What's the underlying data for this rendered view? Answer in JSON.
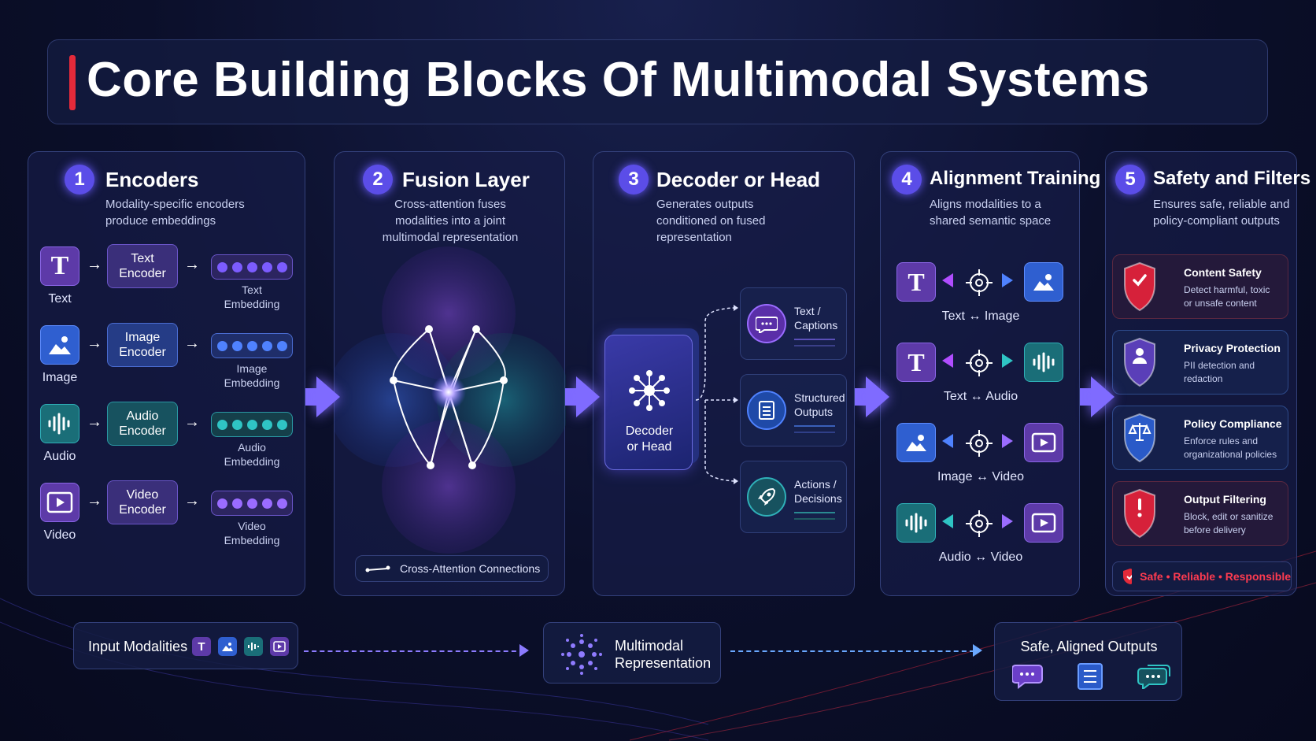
{
  "title": "Core Building Blocks Of Multimodal Systems",
  "panels": [
    {
      "num": "1",
      "title": "Encoders",
      "desc": "Modality-specific encoders\nproduce embeddings"
    },
    {
      "num": "2",
      "title": "Fusion Layer",
      "desc": "Cross-attention fuses\nmodalities into a joint\nmultimodal representation"
    },
    {
      "num": "3",
      "title": "Decoder or Head",
      "desc": "Generates outputs\nconditioned on fused\nrepresentation"
    },
    {
      "num": "4",
      "title": "Alignment Training",
      "desc": "Aligns modalities to a\nshared semantic space"
    },
    {
      "num": "5",
      "title": "Safety and Filters",
      "desc": "Ensures safe, reliable and\npolicy-compliant outputs"
    }
  ],
  "encoders": [
    {
      "input": "Text",
      "encoder": "Text\nEncoder",
      "embedding": "Text\nEmbedding",
      "glyph": "T",
      "icon": "text-icon",
      "color": "#7c5cff"
    },
    {
      "input": "Image",
      "encoder": "Image\nEncoder",
      "embedding": "Image\nEmbedding",
      "glyph": "",
      "icon": "image-icon",
      "color": "#4f82ff"
    },
    {
      "input": "Audio",
      "encoder": "Audio\nEncoder",
      "embedding": "Audio\nEmbedding",
      "glyph": "",
      "icon": "audio-waveform-icon",
      "color": "#2fc4c4"
    },
    {
      "input": "Video",
      "encoder": "Video\nEncoder",
      "embedding": "Video\nEmbedding",
      "glyph": "",
      "icon": "video-icon",
      "color": "#9a6cff"
    }
  ],
  "fusion": {
    "legend": "Cross-Attention Connections"
  },
  "decoder": {
    "label": "Decoder\nor Head",
    "outputs": [
      {
        "label": "Text /\nCaptions",
        "icon": "chat-bubble-icon"
      },
      {
        "label": "Structured\nOutputs",
        "icon": "document-icon"
      },
      {
        "label": "Actions /\nDecisions",
        "icon": "rocket-icon"
      }
    ]
  },
  "alignment": [
    {
      "label": "Text ↔ Image",
      "left": "text-icon",
      "right": "image-icon"
    },
    {
      "label": "Text ↔ Audio",
      "left": "text-icon",
      "right": "audio-waveform-icon"
    },
    {
      "label": "Image ↔ Video",
      "left": "image-icon",
      "right": "video-icon"
    },
    {
      "label": "Audio ↔ Video",
      "left": "audio-waveform-icon",
      "right": "video-icon"
    }
  ],
  "safety": [
    {
      "title": "Content Safety",
      "desc": "Detect harmful, toxic\nor unsafe content",
      "icon": "shield-check-icon",
      "color": "#d6213a"
    },
    {
      "title": "Privacy Protection",
      "desc": "PII detection and\nredaction",
      "icon": "shield-user-icon",
      "color": "#5a3fb8"
    },
    {
      "title": "Policy Compliance",
      "desc": "Enforce rules and\norganizational policies",
      "icon": "shield-scales-icon",
      "color": "#2a5ac8"
    },
    {
      "title": "Output Filtering",
      "desc": "Block, edit or sanitize\nbefore delivery",
      "icon": "shield-alert-icon",
      "color": "#d6213a"
    }
  ],
  "safety_banner": "Safe • Reliable • Responsible",
  "bottom": {
    "input_label": "Input Modalities",
    "representation": "Multimodal\nRepresentation",
    "outputs_label": "Safe, Aligned Outputs"
  },
  "colors": {
    "accent": "#6a5cff",
    "danger": "#e42a3a",
    "background": "#0b0f2a"
  }
}
